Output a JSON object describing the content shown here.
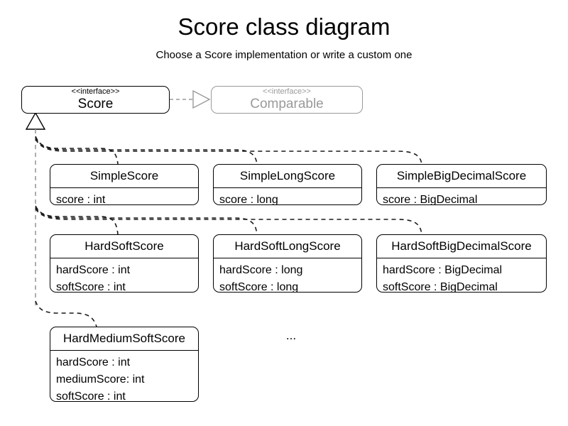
{
  "header": {
    "title": "Score class diagram",
    "subtitle": "Choose a Score implementation or write a custom one"
  },
  "interfaces": [
    {
      "id": "score",
      "stereotype": "<<interface>>",
      "name": "Score",
      "color": "#000000"
    },
    {
      "id": "comparable",
      "stereotype": "<<interface>>",
      "name": "Comparable",
      "color": "#9a9a9a"
    }
  ],
  "classes": [
    {
      "id": "simple-score",
      "name": "SimpleScore",
      "attributes": [
        "score : int"
      ]
    },
    {
      "id": "simple-long-score",
      "name": "SimpleLongScore",
      "attributes": [
        "score : long"
      ]
    },
    {
      "id": "simple-big-decimal-score",
      "name": "SimpleBigDecimalScore",
      "attributes": [
        "score : BigDecimal"
      ]
    },
    {
      "id": "hard-soft-score",
      "name": "HardSoftScore",
      "attributes": [
        "hardScore : int",
        "softScore : int"
      ]
    },
    {
      "id": "hard-soft-long-score",
      "name": "HardSoftLongScore",
      "attributes": [
        "hardScore : long",
        "softScore : long"
      ]
    },
    {
      "id": "hard-soft-big-decimal-score",
      "name": "HardSoftBigDecimalScore",
      "attributes": [
        "hardScore : BigDecimal",
        "softScore : BigDecimal"
      ]
    },
    {
      "id": "hard-medium-soft-score",
      "name": "HardMediumSoftScore",
      "attributes": [
        "hardScore : int",
        "mediumScore: int",
        "softScore : int"
      ]
    }
  ],
  "more_indicator": "...",
  "relations": {
    "realization_label": "Score realizes Comparable",
    "inheritance_label": "implementations inherit Score"
  },
  "colors": {
    "stroke": "#000000",
    "muted_stroke": "#9a9a9a",
    "background": "#ffffff"
  }
}
